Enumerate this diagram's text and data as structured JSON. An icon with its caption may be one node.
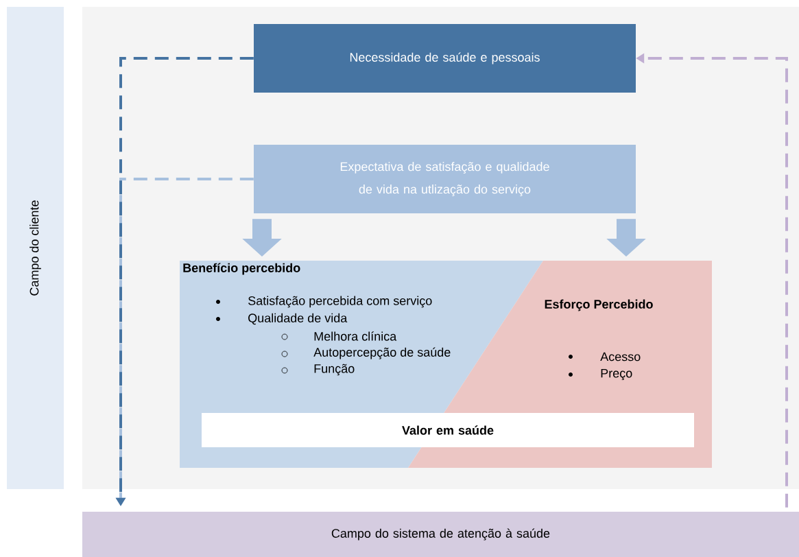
{
  "diagram": {
    "nodes": [
      {
        "text": [
          "Campo do cliente"
        ]
      },
      {
        "text": [
          "Necessidade de saúde e pessoais"
        ]
      },
      {
        "text": [
          "Expectativa de satisfação e qualidade de vida na utlização do serviço"
        ]
      },
      {
        "text": [
          "Benefício percebido",
          "Satisfação percebida com serviço",
          "Qualidade de vida",
          "Melhora clínica",
          "Autopercepção de saúde",
          "Função"
        ]
      },
      {
        "text": [
          "Esforço Percebido",
          "Acesso",
          "Preço"
        ]
      },
      {
        "text": [
          "Valor em saúde"
        ]
      },
      {
        "text": [
          "Campo do sistema de atenção à saúde"
        ]
      }
    ],
    "edges": [
      {
        "from": 2,
        "to": 6,
        "arrow": "to",
        "style": "dashed",
        "color": "#a7c0de"
      },
      {
        "from": 1,
        "to": 6,
        "arrow": "to",
        "style": "dashed",
        "color": "#4674a2"
      },
      {
        "from": 6,
        "to": 1,
        "arrow": "to",
        "style": "dashed",
        "color": "#c0aed2"
      },
      {
        "from": 2,
        "to": 3,
        "arrow": "to",
        "style": "thick",
        "color": "#a7c0de"
      },
      {
        "from": 2,
        "to": 4,
        "arrow": "to",
        "style": "thick",
        "color": "#a7c0de"
      }
    ]
  }
}
